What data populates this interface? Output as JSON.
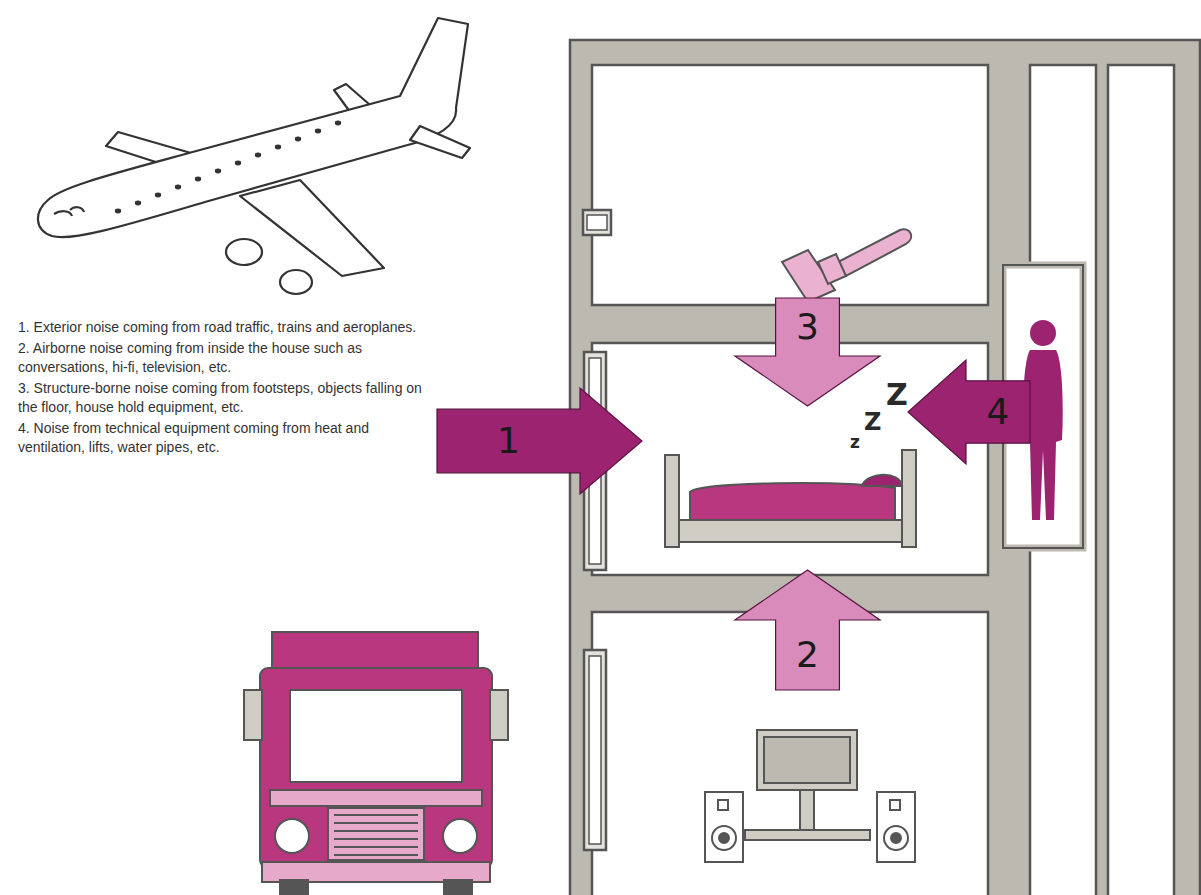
{
  "diagram": {
    "nodes": [
      {
        "text": [
          "1"
        ]
      },
      {
        "text": [
          "2"
        ]
      },
      {
        "text": [
          "3"
        ]
      },
      {
        "text": [
          "4"
        ]
      }
    ],
    "labels": [
      "1. Exterior noise coming from road traffic, trains and aeroplanes.",
      "2. Airborne noise coming from inside the house such as conversations, hi-fi, television, etc.",
      "3. Structure-borne noise coming from footsteps, objects falling on the floor, house hold equipment, etc.",
      "4. Noise from technical equipment coming from heat and ventilation, lifts, water pipes, etc.",
      "Z",
      "Z",
      "z"
    ]
  }
}
